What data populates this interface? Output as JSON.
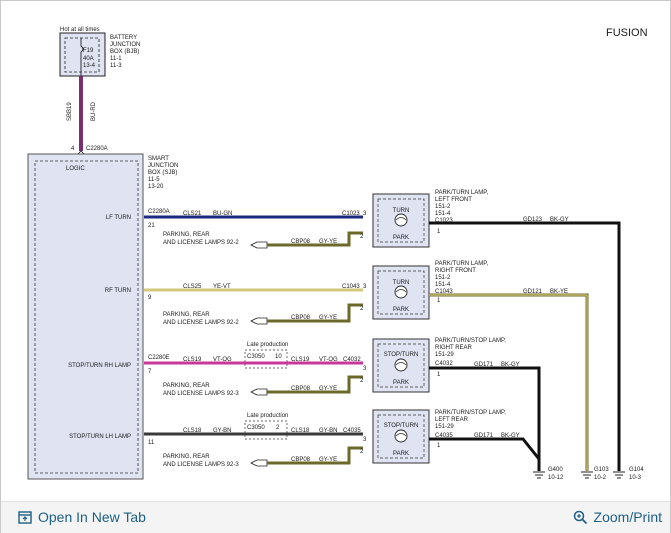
{
  "header": {
    "vehicle": "FUSION"
  },
  "fuse": {
    "hot_label": "Hot at all times",
    "fuse_name": "F19",
    "rating": "40A",
    "ref": "13-4",
    "box_lines": [
      "BATTERY",
      "JUNCTION",
      "BOX (BJB)",
      "11-1",
      "11-3"
    ]
  },
  "feed": {
    "circuit": "SBB19",
    "color": "BU-RD",
    "pin": "4",
    "connector": "C2280A"
  },
  "sjb": {
    "logic_label": "LOGIC",
    "box_lines": [
      "SMART",
      "JUNCTION",
      "BOX (SJB)",
      "11-5",
      "13-20"
    ]
  },
  "outputs": {
    "lf": {
      "label": "LF TURN",
      "connector": "C2280A",
      "pin": "21",
      "circuit": "CLS21",
      "color": "BU-GN"
    },
    "rf": {
      "label": "RF TURN",
      "pin": "9",
      "circuit": "CLS25",
      "color": "YE-VT"
    },
    "rh": {
      "label": "STOP/TURN RH LAMP",
      "connector": "C2280E",
      "pin": "7",
      "circuit1": "CLS19",
      "color1": "VT-OG",
      "late": "Late production",
      "inline": "C3050",
      "inline_pin": "10",
      "circuit2": "CLS19",
      "color2": "VT-OG"
    },
    "lh": {
      "label": "STOP/TURN LH LAMP",
      "pin": "11",
      "circuit1": "CLS18",
      "color1": "GY-BN",
      "late": "Late production",
      "inline": "C3050",
      "inline_pin": "2",
      "circuit2": "CLS18",
      "color2": "GY-BN"
    }
  },
  "parking": {
    "line1": "PARKING, REAR",
    "line2a": "AND LICENSE LAMPS 92-2",
    "line2b": "AND LICENSE LAMPS 92-3",
    "circuit": "CBP08",
    "color": "GY-YE"
  },
  "lamps": {
    "lf": {
      "top": "TURN",
      "bottom": "PARK",
      "lines": [
        "PARK/TURN LAMP,",
        "LEFT FRONT",
        "151-2",
        "151-4"
      ],
      "connector_in": "C1023",
      "connector_out": "C1023",
      "pins": [
        "3",
        "2",
        "1"
      ],
      "ground_circuit": "GD123",
      "ground_color": "BK-GY"
    },
    "rf": {
      "top": "TURN",
      "bottom": "PARK",
      "lines": [
        "PARK/TURN LAMP,",
        "RIGHT FRONT",
        "151-2",
        "151-4"
      ],
      "connector_in": "C1043",
      "connector_out": "C1043",
      "pins": [
        "3",
        "2",
        "1"
      ],
      "ground_circuit": "GD121",
      "ground_color": "BK-YE"
    },
    "rr": {
      "top": "STOP/TURN",
      "bottom": "PARK",
      "lines": [
        "PARK/TURN/STOP LAMP,",
        "RIGHT REAR",
        "151-29"
      ],
      "connector_in": "C4032",
      "connector_out": "C4032",
      "pins": [
        "3",
        "2",
        "1"
      ],
      "ground_circuit": "GD171",
      "ground_color": "BK-GY"
    },
    "lr": {
      "top": "STOP/TURN",
      "bottom": "PARK",
      "lines": [
        "PARK/TURN/STOP LAMP,",
        "LEFT REAR",
        "151-29"
      ],
      "connector_in": "C4035",
      "connector_out": "C4035",
      "pins": [
        "3",
        "2",
        "1"
      ],
      "ground_circuit": "GD171",
      "ground_color": "BK-GY"
    }
  },
  "grounds": [
    {
      "name": "G400",
      "ref": "10-12"
    },
    {
      "name": "G103",
      "ref": "10-2"
    },
    {
      "name": "G104",
      "ref": "10-3"
    }
  ],
  "footer": {
    "open_label": "Open In New Tab",
    "zoom_label": "Zoom/Print"
  },
  "colors": {
    "blue_green": "#1c2a7d",
    "yellow_violet": "#d6c87a",
    "violet_orange": "#c8379a",
    "gray_brown": "#3a3a3a",
    "gray_yellow": "#6b6a2a",
    "feed": "#7a2f6f"
  }
}
